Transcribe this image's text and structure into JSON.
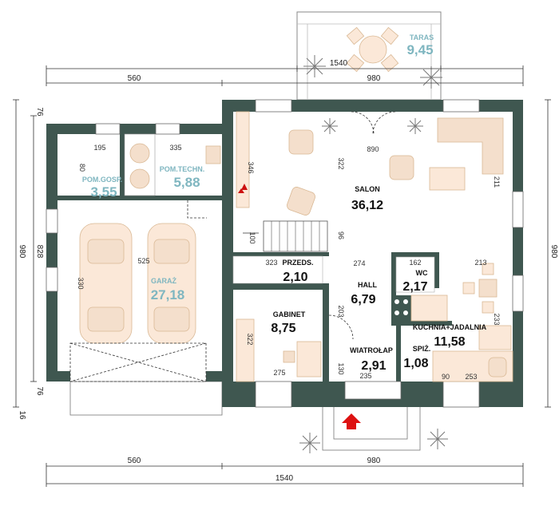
{
  "dimensions": {
    "top_outer": "1540",
    "top_left": "560",
    "top_right": "980",
    "terrace_dim": "1540",
    "bottom_left": "560",
    "bottom_right": "980",
    "bottom_outer": "1540",
    "left_outer": "980",
    "left_inner": "828",
    "left_top": "76",
    "left_bottom": "76",
    "left_small": "16",
    "right_outer": "980"
  },
  "rooms": {
    "taras": {
      "name": "TARAS",
      "area": "9,45"
    },
    "salon": {
      "name": "SALON",
      "area": "36,12"
    },
    "garaz": {
      "name": "GARAŻ",
      "area": "27,18"
    },
    "pom_gosp": {
      "name": "POM.GOSP.",
      "area": "3,55"
    },
    "pom_techn": {
      "name": "POM.TECHN.",
      "area": "5,88"
    },
    "przedsionek": {
      "name": "PRZEDS.",
      "area": "2,10"
    },
    "wc": {
      "name": "WC",
      "area": "2,17"
    },
    "hall": {
      "name": "HALL",
      "area": "6,79"
    },
    "gabinet": {
      "name": "GABINET",
      "area": "8,75"
    },
    "kuchnia": {
      "name": "KUCHNIA+JADALNIA",
      "area": "11,58"
    },
    "wiatrolap": {
      "name": "WIATROŁAP",
      "area": "2,91"
    },
    "spiz": {
      "name": "SPIŻ.",
      "area": "1,08"
    }
  },
  "inner_dims": {
    "d195": "195",
    "d335": "335",
    "d890": "890",
    "d322": "322",
    "d346": "346",
    "d211": "211",
    "d80": "80",
    "d525": "525",
    "d330": "330",
    "d274": "274",
    "d162": "162",
    "d213": "213",
    "d100": "100",
    "d323": "323",
    "d96": "96",
    "d203": "203",
    "d233": "233",
    "d322b": "322",
    "d275": "275",
    "d130": "130",
    "d235": "235",
    "d90": "90",
    "d253": "253"
  }
}
